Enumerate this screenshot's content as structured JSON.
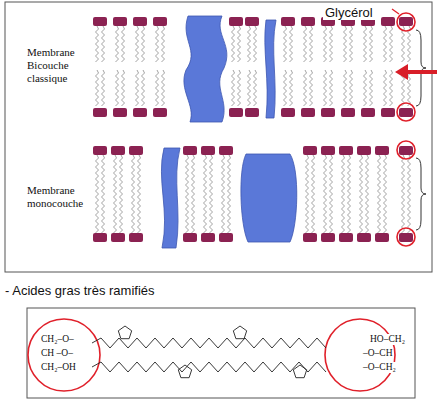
{
  "diagram": {
    "nodes": [
      {
        "text": [
          "Glycérol",
          "Membrane Bicouche classique",
          "Membrane monocouche"
        ]
      },
      {
        "text": [
          "CH₂–O–",
          "CH –O–",
          "CH₂–OH",
          "HO–CH₂",
          "–O–CH",
          "–O–CH₂"
        ]
      }
    ],
    "labels": [
      "- Acides gras très ramifiés"
    ]
  }
}
